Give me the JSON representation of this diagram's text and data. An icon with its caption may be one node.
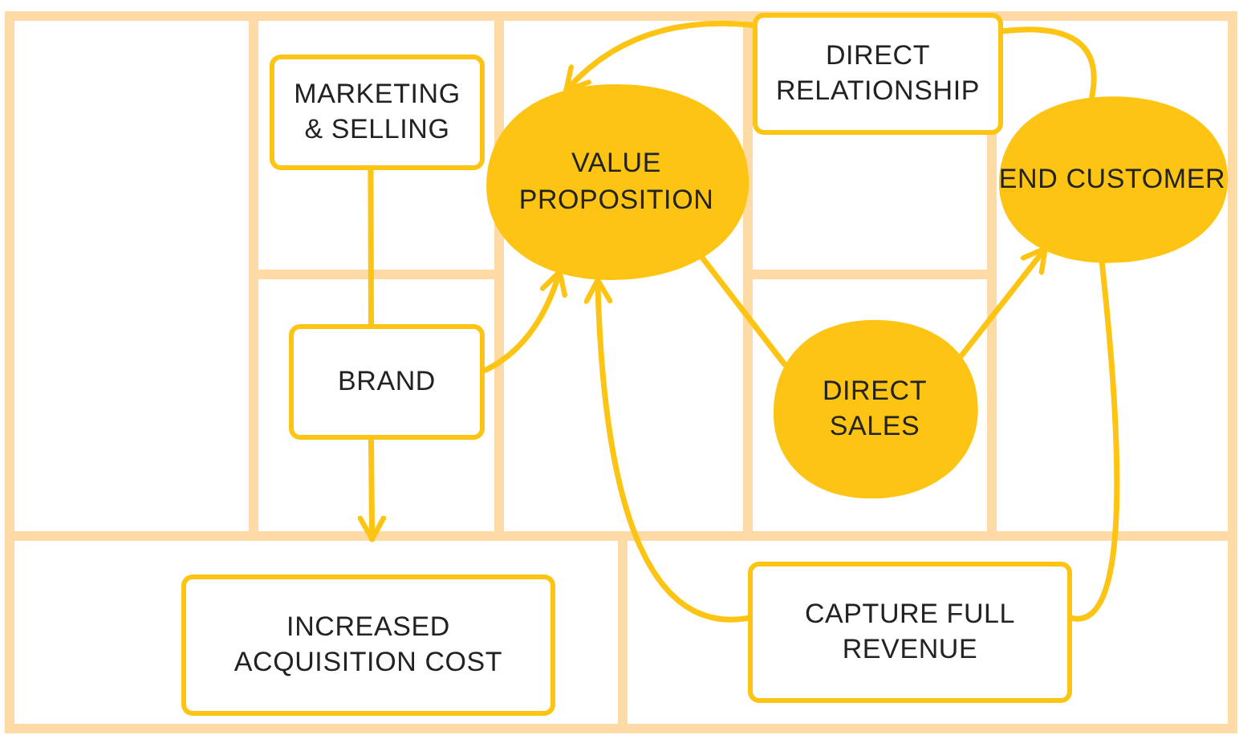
{
  "diagram": {
    "nodes": [
      {
        "text": [
          "MARKETING & SELLING"
        ]
      },
      {
        "text": [
          "VALUE PROPOSITION"
        ]
      },
      {
        "text": [
          "DIRECT RELATIONSHIP"
        ]
      },
      {
        "text": [
          "END CUSTOMER"
        ]
      },
      {
        "text": [
          "BRAND"
        ]
      },
      {
        "text": [
          "DIRECT SALES"
        ]
      },
      {
        "text": [
          "INCREASED ACQUISITION COST"
        ]
      },
      {
        "text": [
          "CAPTURE FULL REVENUE"
        ]
      }
    ],
    "edges": [
      {
        "from": 0,
        "to": 4,
        "arrow": "none"
      },
      {
        "from": 4,
        "to": 6,
        "arrow": "to"
      },
      {
        "from": 4,
        "to": 1,
        "arrow": "to"
      },
      {
        "from": 2,
        "to": 1,
        "arrow": "to"
      },
      {
        "from": 3,
        "to": 2,
        "arrow": "none"
      },
      {
        "from": 1,
        "to": 5,
        "arrow": "none"
      },
      {
        "from": 5,
        "to": 3,
        "arrow": "to"
      },
      {
        "from": 3,
        "to": 7,
        "arrow": "none"
      },
      {
        "from": 7,
        "to": 1,
        "arrow": "to"
      }
    ]
  }
}
